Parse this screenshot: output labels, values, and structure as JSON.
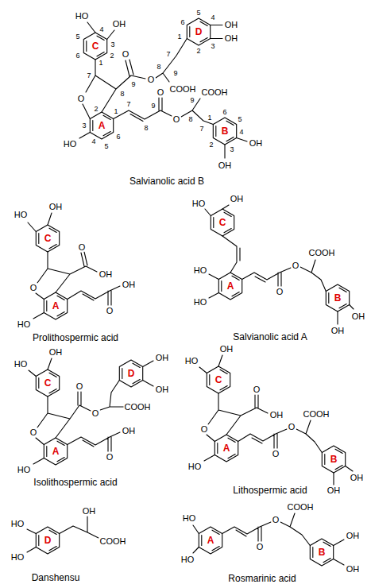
{
  "diagram": {
    "labels": [
      "HO",
      "OH",
      "4",
      "3",
      "5",
      "6",
      "2",
      "1",
      "C",
      "7",
      "O",
      "8",
      "9",
      "O",
      "O",
      "8",
      "9",
      "COOH",
      "7",
      "D",
      "1",
      "2",
      "3",
      "4",
      "5",
      "6",
      "OH",
      "OH",
      "A",
      "2",
      "3",
      "HO",
      "4",
      "5",
      "6",
      "1",
      "7",
      "8",
      "O",
      "9",
      "O",
      "9",
      "COOH",
      "8",
      "7",
      "B",
      "1",
      "6",
      "5",
      "4",
      "3",
      "2",
      "OH",
      "OH",
      "Salvianolic acid B",
      "HO",
      "OH",
      "C",
      "O",
      "O",
      "OH",
      "A",
      "HO",
      "O",
      "OH",
      "Prolithospermic acid",
      "HO",
      "OH",
      "C",
      "HO",
      "HO",
      "A",
      "O",
      "O",
      "COOH",
      "B",
      "OH",
      "OH",
      "Salvianolic acid A",
      "HO",
      "OH",
      "C",
      "O",
      "O",
      "O",
      "COOH",
      "D",
      "OH",
      "OH",
      "A",
      "HO",
      "O",
      "OH",
      "Isolithospermic acid",
      "HO",
      "OH",
      "C",
      "O",
      "O",
      "OH",
      "A",
      "HO",
      "O",
      "O",
      "COOH",
      "B",
      "OH",
      "OH",
      "Lithospermic acid",
      "OH",
      "COOH",
      "D",
      "HO",
      "HO",
      "Danshensu",
      "HO",
      "HO",
      "A",
      "O",
      "O",
      "COOH",
      "B",
      "OH",
      "OH",
      "Rosmarinic acid"
    ]
  }
}
